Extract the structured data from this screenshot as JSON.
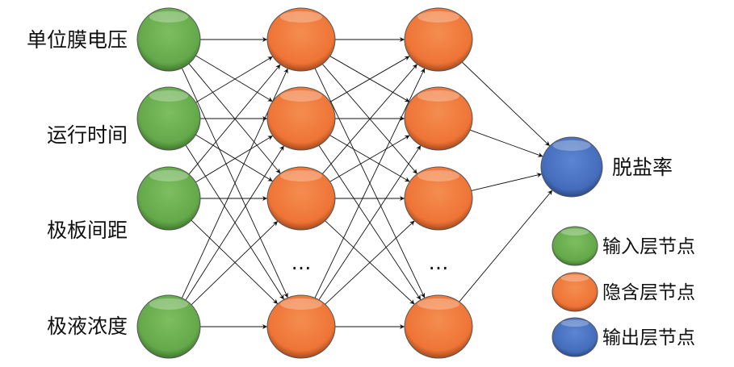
{
  "colors": {
    "input": "#6aae4f",
    "hidden": "#f07a3c",
    "output": "#4a73c0",
    "edge": "#111111"
  },
  "input_labels": [
    "单位膜电压",
    "运行时间",
    "极板间距",
    "极液浓度"
  ],
  "output_label": "脱盐率",
  "ellipsis": "…",
  "legend": [
    {
      "label": "输入层节点",
      "kind": "input"
    },
    {
      "label": "隐含层节点",
      "kind": "hidden"
    },
    {
      "label": "输出层节点",
      "kind": "output"
    }
  ]
}
